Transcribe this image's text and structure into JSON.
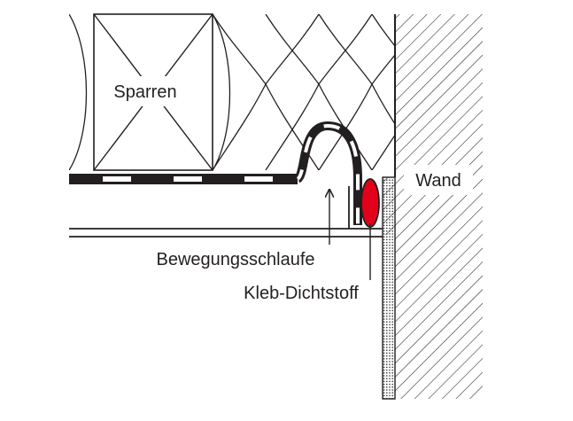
{
  "labels": {
    "rafter": "Sparren",
    "wall": "Wand",
    "loop": "Bewegungsschlaufe",
    "sealant": "Kleb-Dichtstoff"
  },
  "colors": {
    "line": "#231f20",
    "sealant": "#e2001a",
    "background": "#ffffff"
  }
}
